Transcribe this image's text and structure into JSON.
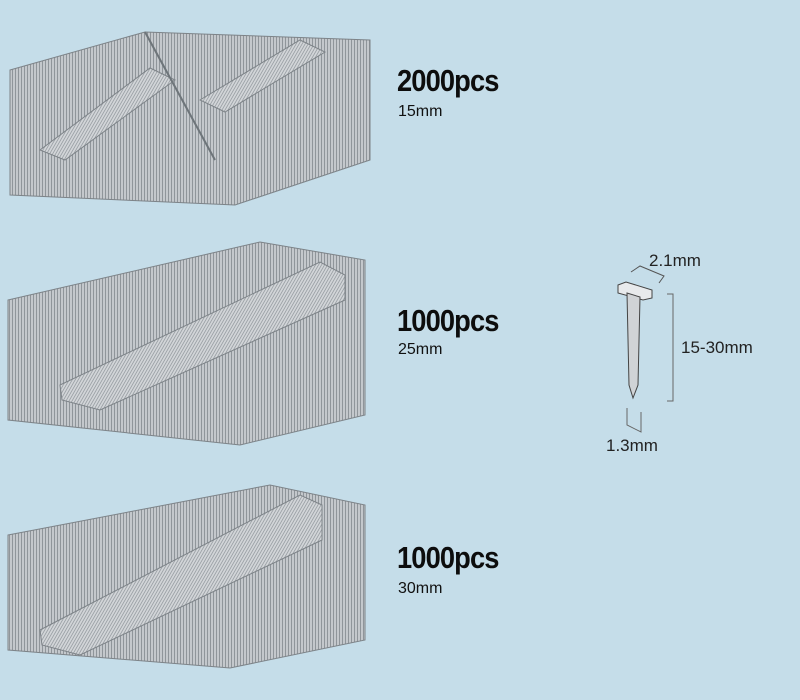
{
  "products": [
    {
      "quantity": "2000pcs",
      "length": "15mm"
    },
    {
      "quantity": "1000pcs",
      "length": "25mm"
    },
    {
      "quantity": "1000pcs",
      "length": "30mm"
    }
  ],
  "diagram": {
    "head_width": "2.1mm",
    "length_range": "15-30mm",
    "shank_width": "1.3mm"
  },
  "colors": {
    "background": "#c5dde9",
    "steel": "#b4b8bc"
  }
}
